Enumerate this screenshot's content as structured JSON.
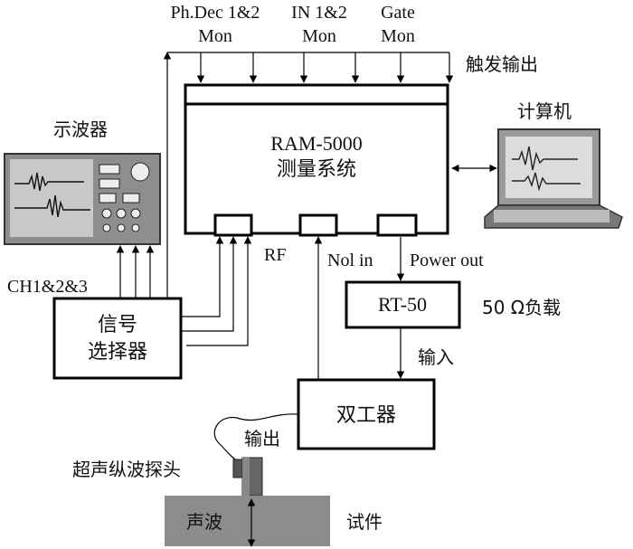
{
  "top_monitors": [
    {
      "line1": "Ph.Dec 1&2",
      "line2": "Mon"
    },
    {
      "line1": "IN 1&2",
      "line2": "Mon"
    },
    {
      "line1": "Gate",
      "line2": "Mon"
    }
  ],
  "trigger_out": "触发输出",
  "ram": {
    "line1": "RAM-5000",
    "line2": "测量系统"
  },
  "computer": "计算机",
  "oscilloscope": "示波器",
  "ch_label": "CH1&2&3",
  "rf_label": "RF",
  "nol_in_label": "Nol in",
  "power_out_label": "Power out",
  "rt50": "RT-50",
  "load_label": "50 Ω负载",
  "input_label": "输入",
  "selector": {
    "line1": "信号",
    "line2": "选择器"
  },
  "duplexer": "双工器",
  "output_label": "输出",
  "probe_label": "超声纵波探头",
  "sound_wave": "声波",
  "specimen": "试件"
}
